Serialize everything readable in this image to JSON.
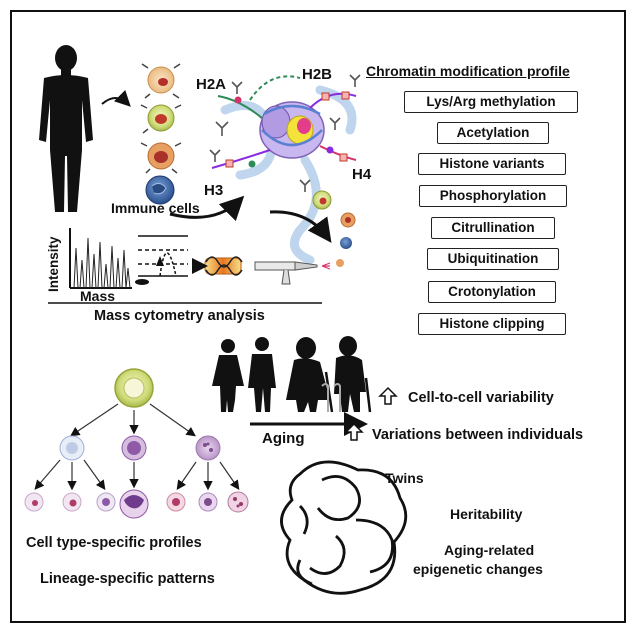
{
  "histone_labels": {
    "h2a": "H2A",
    "h2b": "H2B",
    "h3": "H3",
    "h4": "H4"
  },
  "immune_cells_label": "Immune cells",
  "axis": {
    "y": "Intensity",
    "x": "Mass"
  },
  "mass_cytometry_label": "Mass cytometry analysis",
  "chromatin_profile": {
    "title": "Chromatin modification profile",
    "items": [
      "Lys/Arg methylation",
      "Acetylation",
      "Histone variants",
      "Phosphorylation",
      "Citrullination",
      "Ubiquitination",
      "Crotonylation",
      "Histone clipping"
    ]
  },
  "aging_label": "Aging",
  "variability": [
    "Cell-to-cell variability",
    "Variations between individuals"
  ],
  "twins_section": {
    "twins": "Twins",
    "heritability": "Heritability",
    "aging_related_1": "Aging-related",
    "aging_related_2": "epigenetic changes"
  },
  "lineage": {
    "profiles": "Cell type-specific profiles",
    "patterns": "Lineage-specific patterns"
  },
  "colors": {
    "frame": "#111111",
    "silhouette": "#111111",
    "cell_green": "#c6d66a",
    "cell_purple": "#8e5aa8",
    "histone_purple": "#b79be0",
    "histone_yellow": "#f2e23a",
    "dna_blue": "#9fc4e6",
    "laser_orange": "#e8761e"
  }
}
